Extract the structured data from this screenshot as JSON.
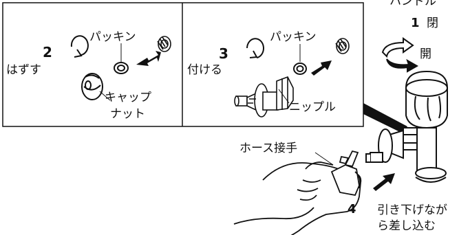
{
  "left_panel": {
    "step_num": "2",
    "step_label": "はずす",
    "packing_label": "パッキン",
    "cap_nut_label_line1": "キャップ",
    "cap_nut_label_line2": "ナット"
  },
  "middle_panel": {
    "step_num": "3",
    "step_label": "付ける",
    "packing_label": "パッキン",
    "nipple_label": "ニップル"
  },
  "right_area": {
    "handle_label": "ハンドル",
    "step1_num": "1",
    "close_label": "閉",
    "open_label": "開",
    "hose_joint_label": "ホース接手",
    "step4_num": "4",
    "step4_line1": "引き下げなが",
    "step4_line2": "ら差し込む"
  }
}
